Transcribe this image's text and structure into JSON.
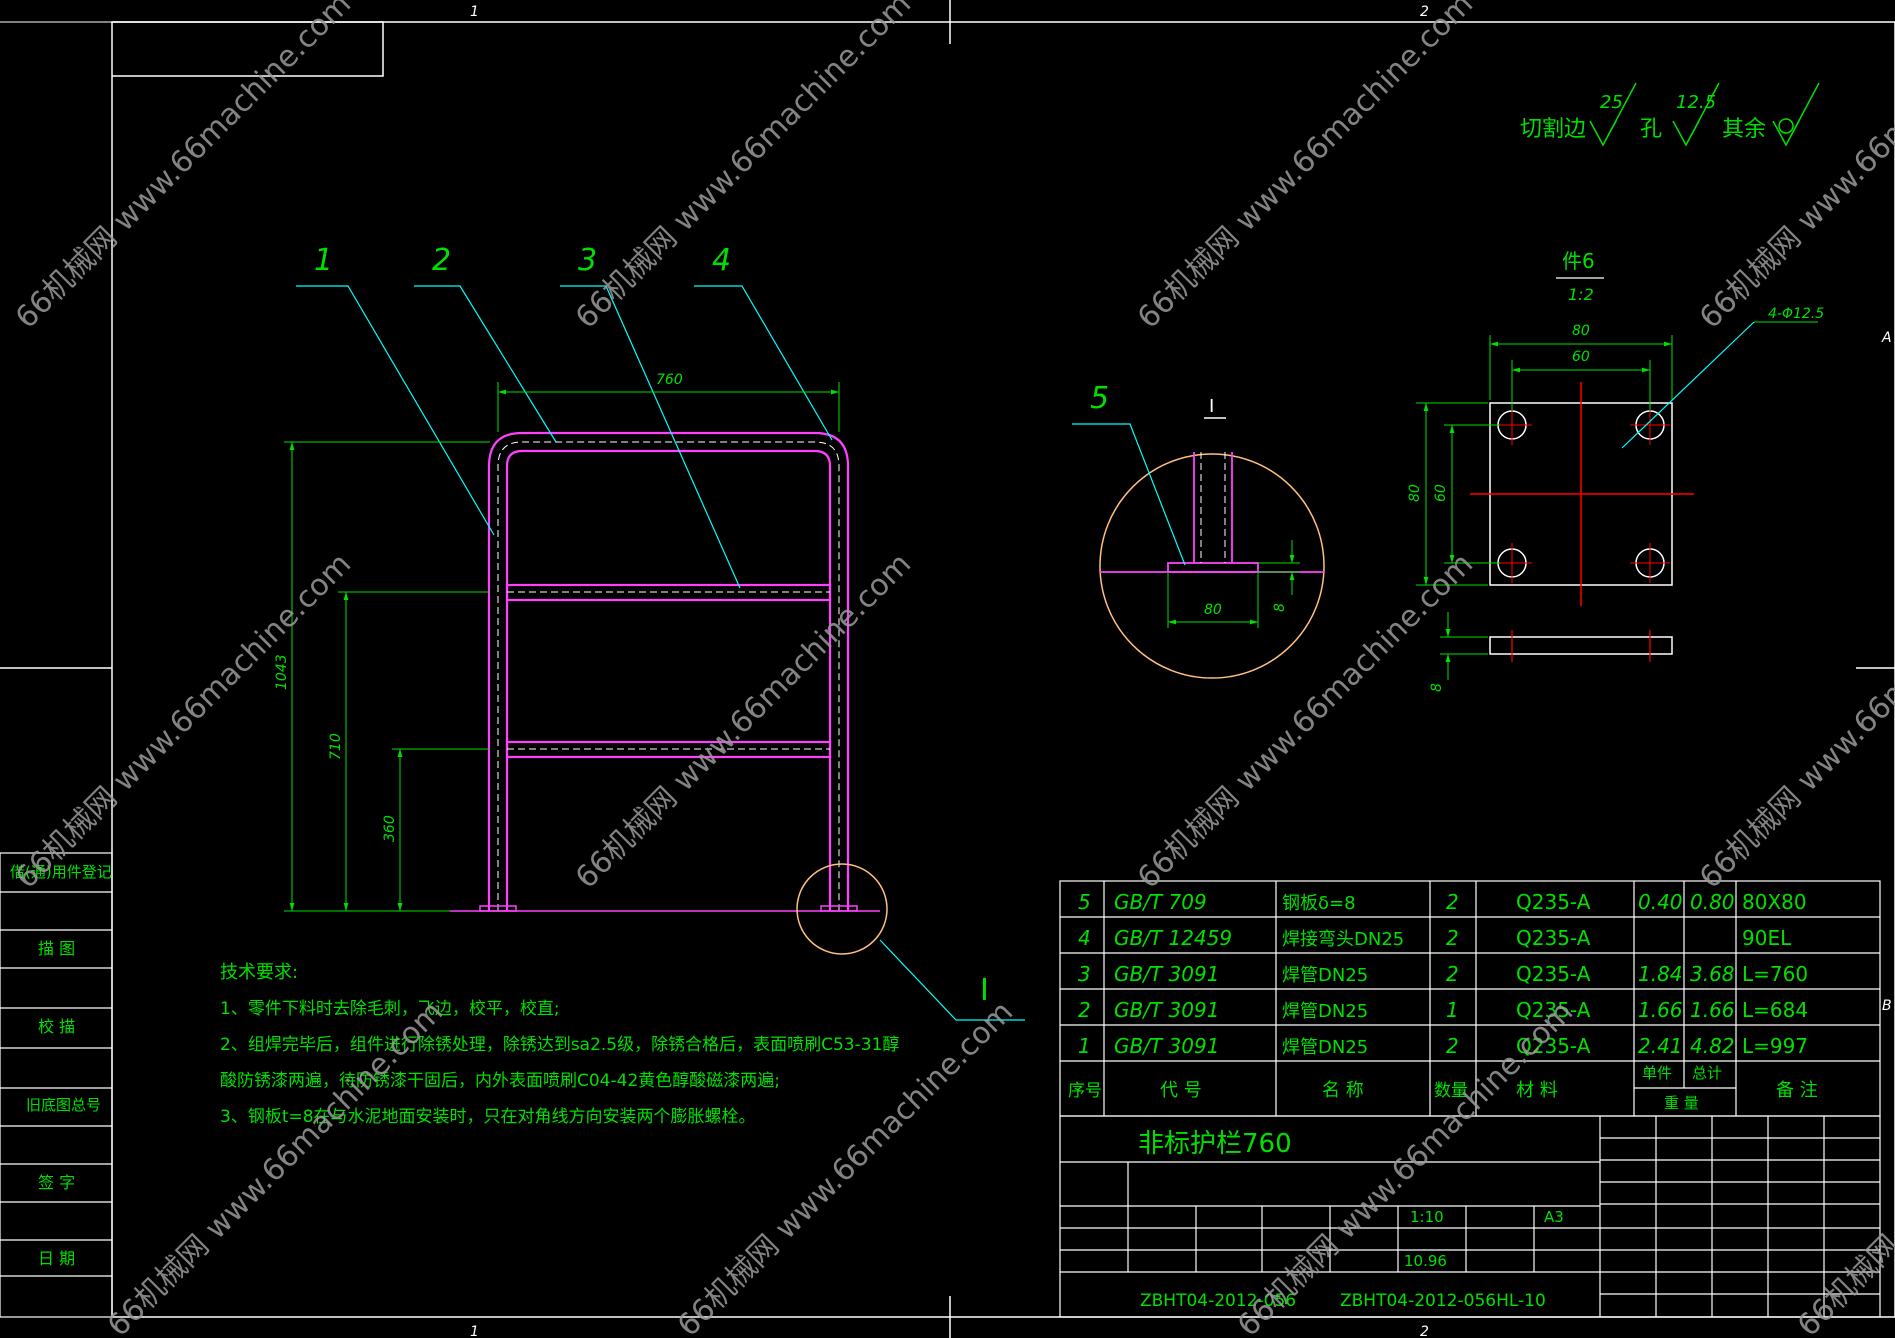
{
  "frame": {
    "zone_top_1": "1",
    "zone_top_2": "2",
    "zone_bottom_1": "1",
    "zone_bottom_2": "2",
    "zone_right_a": "A",
    "zone_right_b": "B"
  },
  "roughness": {
    "cut_edge_label": "切割边",
    "cut_edge_value": "25",
    "hole_label": "孔",
    "hole_value": "12.5",
    "other_label": "其余"
  },
  "balloons": [
    "1",
    "2",
    "3",
    "4",
    "5"
  ],
  "detail_marker": "I",
  "dims": {
    "top_width": "760",
    "height_total": "1043",
    "height_mid": "710",
    "height_low": "360",
    "detail_plate_width": "80",
    "detail_plate_thick": "8",
    "plate_w": "80",
    "plate_hole_span_x": "60",
    "plate_h": "80",
    "plate_hole_span_y": "60",
    "plate_thick": "8",
    "holes": "4-Φ12.5"
  },
  "part6": {
    "title": "件6",
    "scale": "1:2"
  },
  "detail_view_label": "I",
  "tech_req": {
    "title": "技术要求:",
    "line1": "1、零件下料时去除毛刺，飞边，校平，校直;",
    "line2": "2、组焊完毕后，组件进行除锈处理，除锈达到sa2.5级，除锈合格后，表面喷刷C53-31醇",
    "line3": "酸防锈漆两遍，待防锈漆干固后，内外表面喷刷C04-42黄色醇酸磁漆两遍;",
    "line4": "3、钢板t=8在与水泥地面安装时，只在对角线方向安装两个膨胀螺栓。"
  },
  "left_strip": {
    "item1": "借(通)用件登记",
    "item2": "描 图",
    "item3": "校 描",
    "item4": "旧底图总号",
    "item5": "签 字",
    "item6": "日 期"
  },
  "bom": {
    "rows": [
      {
        "seq": "5",
        "code": "GB/T 709",
        "name": "钢板δ=8",
        "qty": "2",
        "material": "Q235-A",
        "unit": "0.40",
        "total": "0.80",
        "note": "80X80"
      },
      {
        "seq": "4",
        "code": "GB/T 12459",
        "name": "焊接弯头DN25",
        "qty": "2",
        "material": "Q235-A",
        "unit": "",
        "total": "",
        "note": "90EL"
      },
      {
        "seq": "3",
        "code": "GB/T 3091",
        "name": "焊管DN25",
        "qty": "2",
        "material": "Q235-A",
        "unit": "1.84",
        "total": "3.68",
        "note": "L=760"
      },
      {
        "seq": "2",
        "code": "GB/T 3091",
        "name": "焊管DN25",
        "qty": "1",
        "material": "Q235-A",
        "unit": "1.66",
        "total": "1.66",
        "note": "L=684"
      },
      {
        "seq": "1",
        "code": "GB/T 3091",
        "name": "焊管DN25",
        "qty": "2",
        "material": "Q235-A",
        "unit": "2.41",
        "total": "4.82",
        "note": "L=997"
      }
    ],
    "header": {
      "seq": "序号",
      "code": "代 号",
      "name": "名 称",
      "qty": "数量",
      "material": "材 料",
      "unit": "单件",
      "total": "总计",
      "weight": "重 量",
      "note": "备 注"
    }
  },
  "title_block": {
    "name": "非标护栏760",
    "scale": "1:10",
    "size": "A3",
    "weight": "10.96",
    "drawing_no": "ZBHT04-2012-056",
    "drawing_no_2": "ZBHT04-2012-056HL-10"
  },
  "watermark": "66机械网 www.66machine.com",
  "colors": {
    "background": "#000000",
    "frame": "#ffffff",
    "dimension": "#00e000",
    "leader": "#00ffff",
    "pipe_outline": "#ff40ff",
    "pipe_inner": "#ffffff",
    "centerline": "#ff0000",
    "detail_circle": "#ffc080"
  }
}
